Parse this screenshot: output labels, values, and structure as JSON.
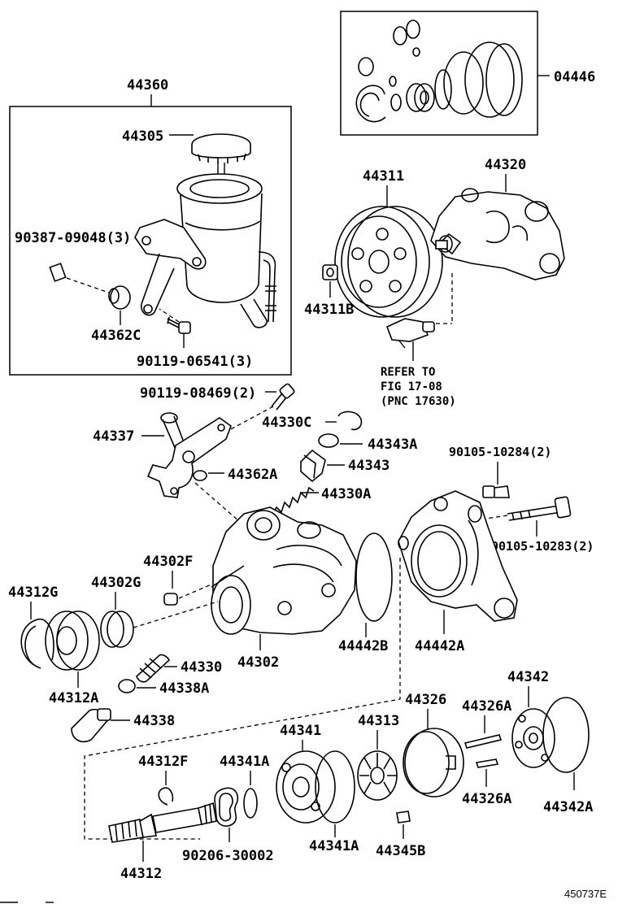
{
  "labels": {
    "p04446": "04446",
    "p44360": "44360",
    "p44305": "44305",
    "p90387": "90387-09048(3)",
    "p44362c": "44362C",
    "p90119a": "90119-06541(3)",
    "p44311": "44311",
    "p44320": "44320",
    "p44311b": "44311B",
    "refer1": "REFER TO",
    "refer2": "FIG 17-08",
    "refer3": "(PNC 17630)",
    "p90119b": "90119-08469(2)",
    "p44337": "44337",
    "p44330c": "44330C",
    "p44343a": "44343A",
    "p44343": "44343",
    "p44362a": "44362A",
    "p44330a": "44330A",
    "p90105a": "90105-10284(2)",
    "p90105b": "90105-10283(2)",
    "p44302f": "44302F",
    "p44312g": "44312G",
    "p44302g": "44302G",
    "p44330": "44330",
    "p44302": "44302",
    "p44442b": "44442B",
    "p44442a": "44442A",
    "p44338a": "44338A",
    "p44312a": "44312A",
    "p44338": "44338",
    "p44342": "44342",
    "p44326": "44326",
    "p44326a1": "44326A",
    "p44341": "44341",
    "p44313": "44313",
    "p44312f": "44312F",
    "p44341a1": "44341A",
    "p44326a2": "44326A",
    "p44342a": "44342A",
    "p90206": "90206-30002",
    "p44341a2": "44341A",
    "p44345b": "44345B",
    "p44312": "44312",
    "figure_id": "450737E"
  }
}
